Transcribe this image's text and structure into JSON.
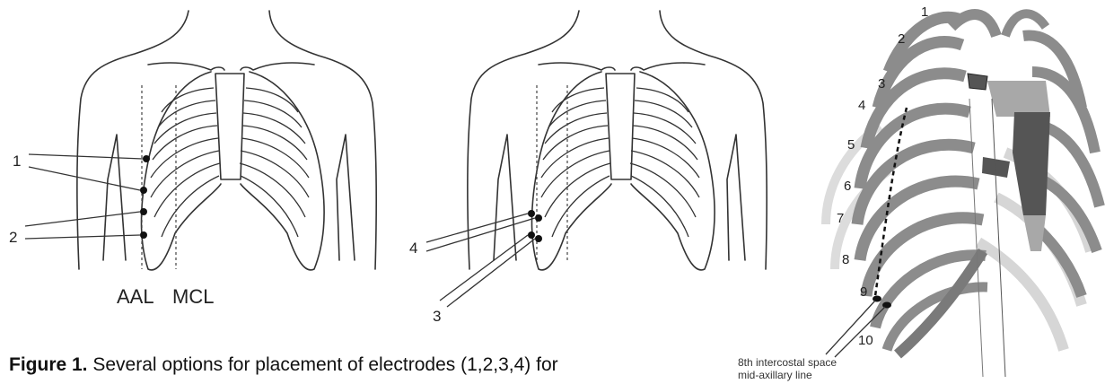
{
  "figure": {
    "panel1": {
      "electrode_labels": [
        "1",
        "2"
      ],
      "guide_labels": {
        "aal": "AAL",
        "mcl": "MCL"
      }
    },
    "panel2": {
      "electrode_labels": [
        "4",
        "3"
      ]
    },
    "panel3": {
      "rib_numbers": [
        "1",
        "2",
        "3",
        "4",
        "5",
        "6",
        "7",
        "8",
        "9",
        "10"
      ],
      "annotation_line1": "8th intercostal space",
      "annotation_line2": "mid-axillary line"
    },
    "caption": {
      "label": "Figure 1.",
      "text": " Several options for placement of electrodes (1,2,3,4) for"
    },
    "colors": {
      "rib_grey": "#8c8c8c",
      "sternum_dark": "#555555",
      "sternum_light": "#a8a8a8",
      "line_art": "#333333"
    }
  }
}
